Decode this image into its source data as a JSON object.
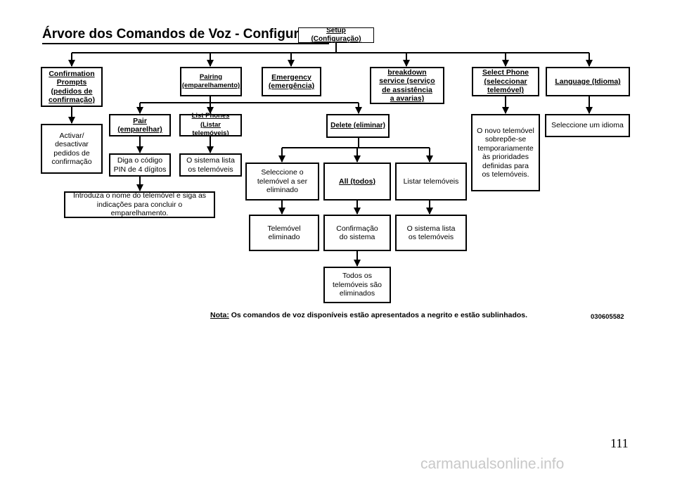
{
  "title": "Árvore dos Comandos de Voz - Configuração",
  "nodes": {
    "setup": "Setup (Configuração)",
    "confirmation": "Confirmation\nPrompts\n(pedidos de\nconfirmação)",
    "pairing": "Pairing\n(emparelhamento)",
    "emergency": "Emergency\n(emergência)",
    "breakdown": "breakdown\nservice (serviço\nde assistência\na avarias)",
    "select_phone": "Select Phone\n(seleccionar\ntelemóvel)",
    "language": "Language (Idioma)",
    "activate": "Activar/\ndesactivar\npedidos de\nconfirmação",
    "pair": "Pair\n(emparelhar)",
    "list_phones": "List Phones\n(Listar telemóveis)",
    "delete": "Delete (eliminar)",
    "new_phone": "O novo telemóvel\nsobrepõe-se\ntemporariamente\nàs prioridades\ndefinidas para\nos telemóveis.",
    "select_language": "Seleccione um idioma",
    "pin": "Diga o código\nPIN de 4 dígitos",
    "system_lists_1": "O sistema lista\nos telemóveis",
    "enter_name": "Introduza o nome do telemóvel e siga as\nindicações para concluir o emparelhamento.",
    "select_to_delete": "Seleccione o\ntelemóvel a ser\neliminado",
    "all": "All (todos)",
    "list_phones_pt": "Listar telemóveis",
    "phone_deleted": "Telemóvel\neliminado",
    "system_confirm": "Confirmação\ndo sistema",
    "system_lists_2": "O sistema lista\nos telemóveis",
    "all_deleted": "Todos os\ntelemóveis são\neliminados"
  },
  "note": {
    "label": "Nota:",
    "text": " Os comandos de voz disponíveis estão apresentados a negrito e estão sublinhados."
  },
  "figure_code": "030605582",
  "page_number": "111",
  "watermark": "carmanualsonline.info"
}
